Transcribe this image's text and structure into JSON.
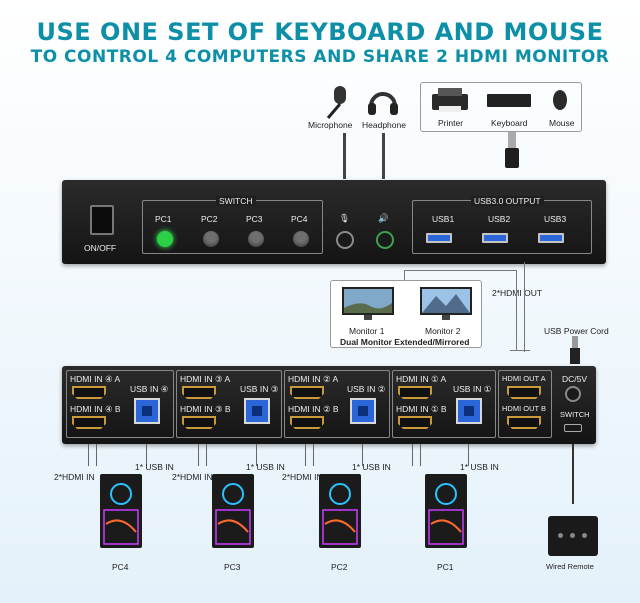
{
  "title_line1": "USE ONE SET OF KEYBOARD AND MOUSE",
  "title_line2": "TO CONTROL 4 COMPUTERS AND SHARE 2 HDMI MONITOR",
  "top_devices": {
    "microphone": "Microphone",
    "headphone": "Headphone",
    "printer": "Printer",
    "keyboard": "Keyboard",
    "mouse": "Mouse"
  },
  "front_panel": {
    "switch_label": "SWITCH",
    "pc_labels": [
      "PC1",
      "PC2",
      "PC3",
      "PC4"
    ],
    "onoff": "ON/OFF",
    "usb_output_label": "USB3.0 OUTPUT",
    "usb_labels": [
      "USB1",
      "USB2",
      "USB3"
    ],
    "mic_glyph": "🎙",
    "speaker_glyph": "🔊"
  },
  "monitors": {
    "monitor1": "Monitor 1",
    "monitor2": "Monitor 2",
    "mode": "Dual Monitor Extended/Mirrored",
    "hdmi_out": "2*HDMI OUT"
  },
  "rear_panel": {
    "usb_power_cord": "USB Power Cord",
    "groups": [
      {
        "a": "HDMI IN ④ A",
        "b": "HDMI IN ④ B",
        "usb": "USB IN ④"
      },
      {
        "a": "HDMI IN ③ A",
        "b": "HDMI IN ③ B",
        "usb": "USB IN ③"
      },
      {
        "a": "HDMI IN ② A",
        "b": "HDMI IN ② B",
        "usb": "USB IN ②"
      },
      {
        "a": "HDMI IN ① A",
        "b": "HDMI IN ① B",
        "usb": "USB IN ①"
      }
    ],
    "out_a": "HDMI OUT A",
    "out_b": "HDMI OUT B",
    "dc": "DC/5V",
    "switch": "SWITCH"
  },
  "computers": [
    {
      "name": "PC4",
      "hdmi": "2*HDMI IN",
      "usb": "1* USB IN"
    },
    {
      "name": "PC3",
      "hdmi": "2*HDMI IN",
      "usb": "1* USB IN"
    },
    {
      "name": "PC2",
      "hdmi": "2*HDMI IN",
      "usb": "1* USB IN"
    },
    {
      "name": "PC1",
      "hdmi": "",
      "usb": "1* USB IN"
    }
  ],
  "remote": "Wired Remote",
  "colors": {
    "title": "#0d8fa8",
    "led_on": "#2bd046",
    "usb_blue": "#2a66d8",
    "hdmi_gold": "#c89a3c"
  }
}
